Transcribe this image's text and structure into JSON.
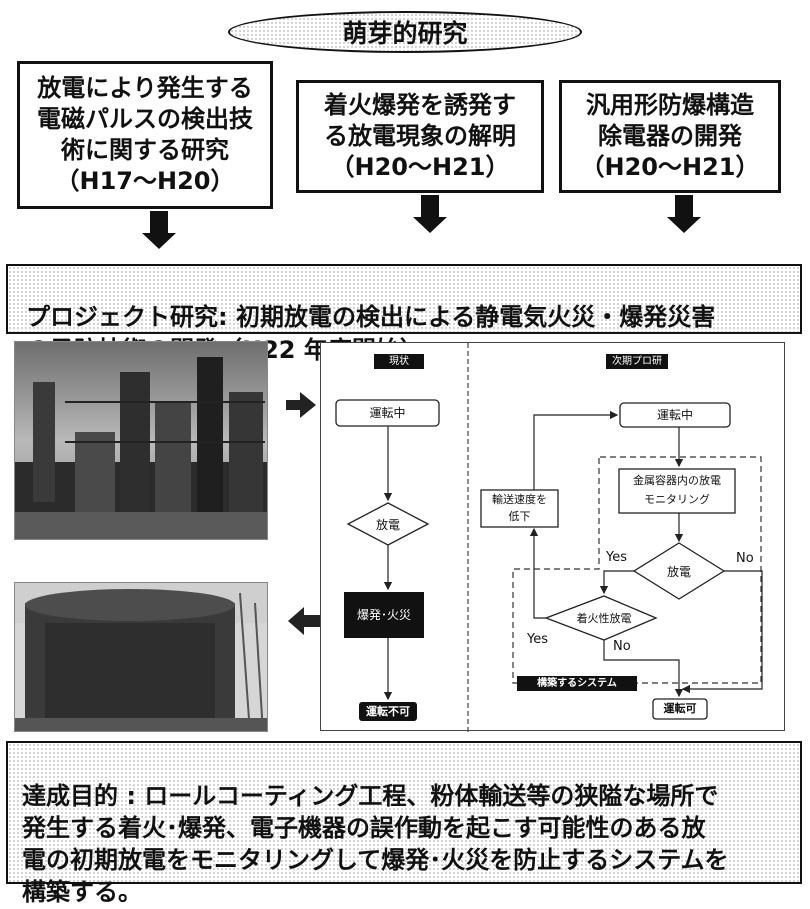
{
  "header": {
    "title": "萌芽的研究"
  },
  "research_boxes": [
    {
      "text": "放電により発生する\n電磁パルスの検出技\n術に関する研究\n（H17～H20）"
    },
    {
      "text": "着火爆発を誘発す\nる放電現象の解明\n（H20～H21）"
    },
    {
      "text": "汎用形防爆構造\n除電器の開発\n（H20～H21）"
    }
  ],
  "project": {
    "text": "プロジェクト研究: 初期放電の検出による静電気火災・爆発災害\nの予防技術の開発（H22 年度開始）"
  },
  "flow": {
    "left_title": "現状",
    "right_title": "次期プロ研",
    "left": {
      "running": "運転中",
      "discharge": "放電",
      "explosion": "爆発･火災",
      "stop": "運転不可"
    },
    "right": {
      "running": "運転中",
      "monitor": "金属容器内の放電\nモニタリング",
      "slow": "輸送速度を\n低下",
      "discharge": "放電",
      "ignition": "着火性放電",
      "ok": "運転可",
      "system": "構築するシステム",
      "yes1": "Yes",
      "no1": "No",
      "yes2": "Yes",
      "no2": "No"
    }
  },
  "goal": {
    "text": "達成目的 : ロールコーティング工程、粉体輸送等の狭隘な場所で\n発生する着火･爆発、電子機器の誤作動を起こす可能性のある放\n電の初期放電をモニタリングして爆発･火災を防止するシステムを\n構築する。"
  }
}
